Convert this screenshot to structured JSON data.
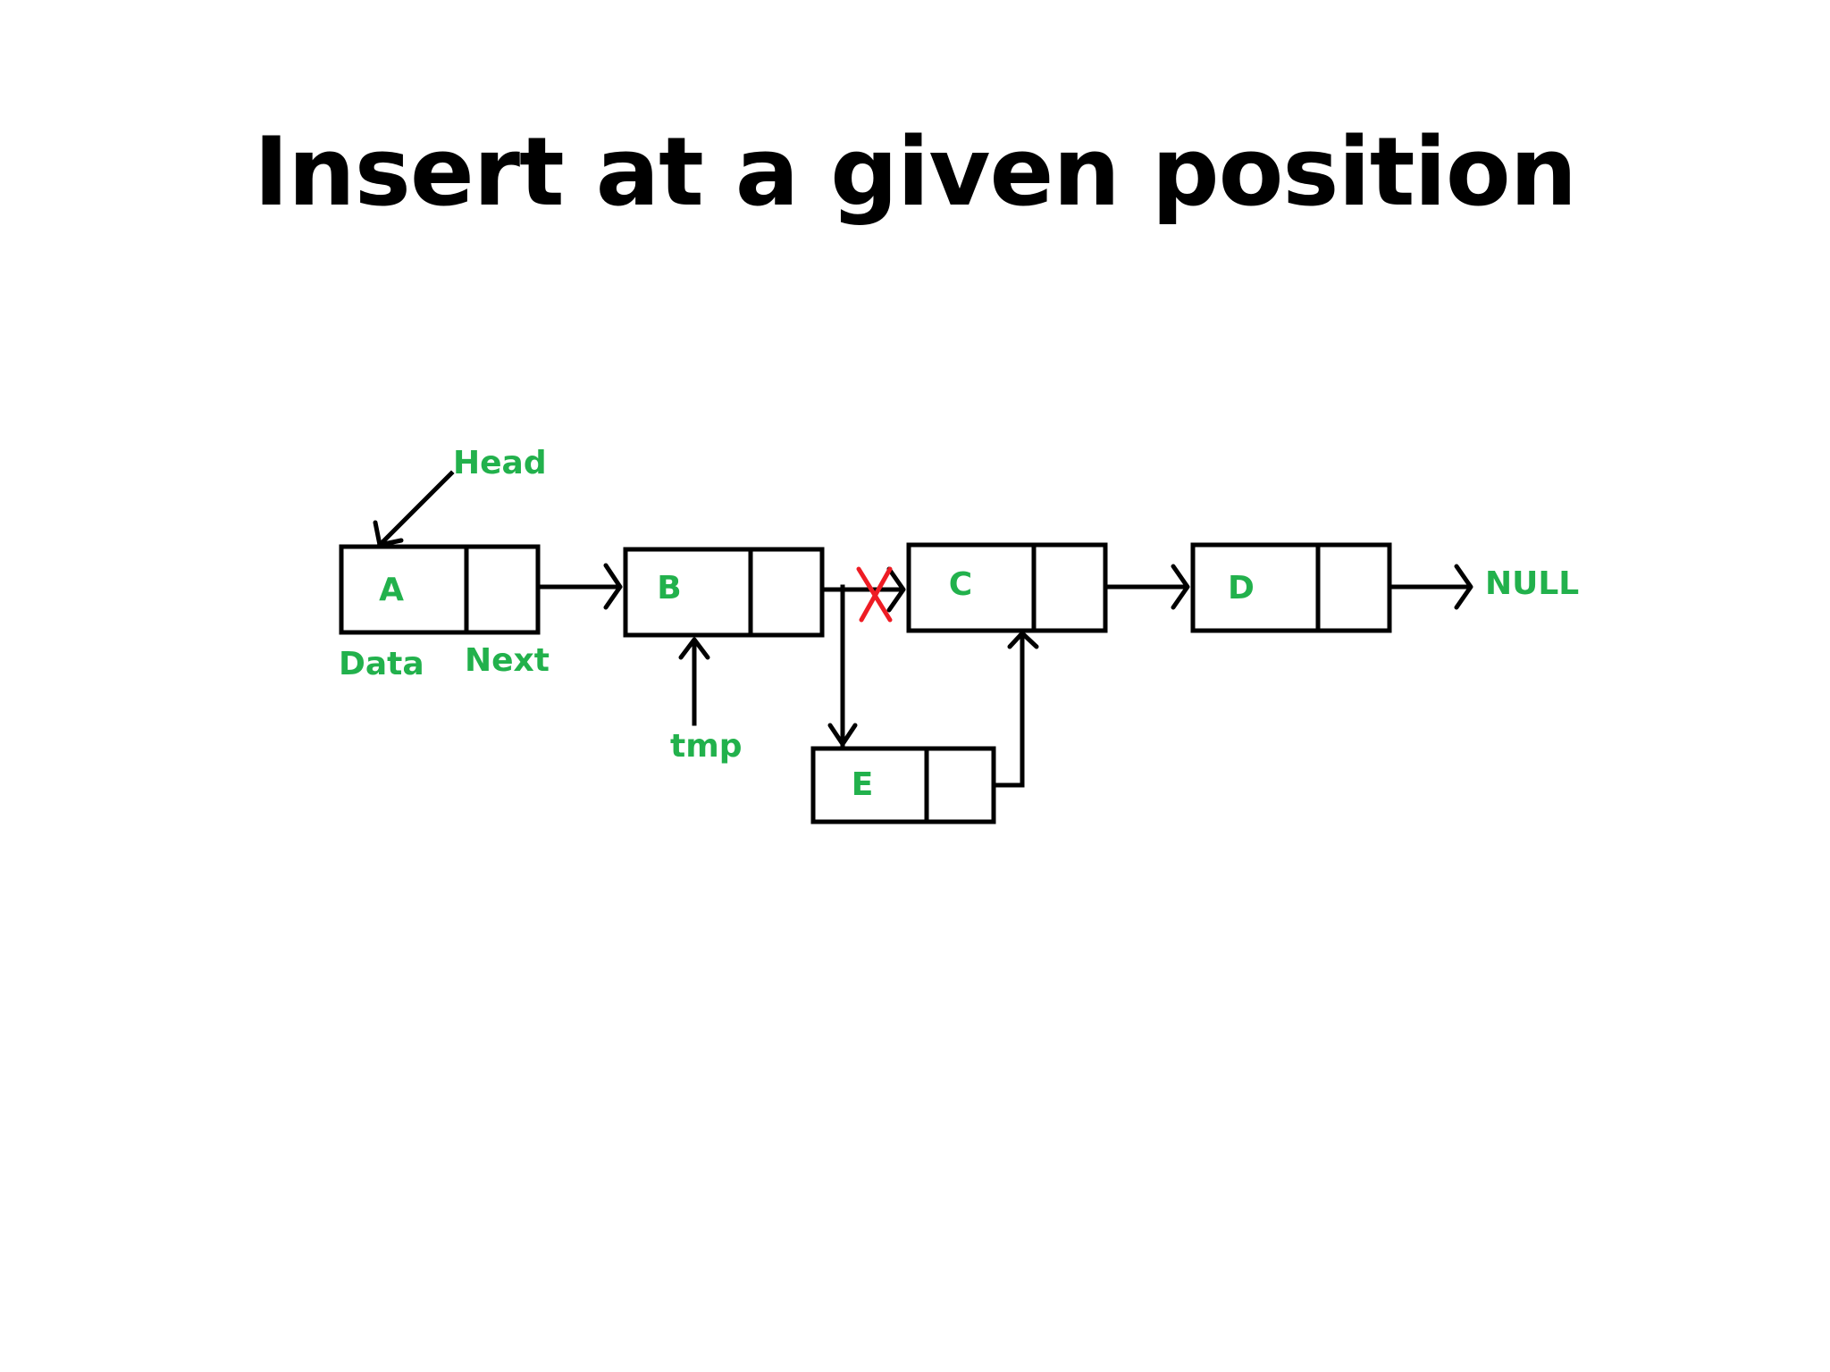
{
  "title": "Insert at a given position",
  "colors": {
    "label_green": "#22b14c",
    "line_black": "#000000",
    "cross_red": "#ee1c24",
    "background": "#ffffff"
  },
  "nodes": [
    {
      "id": "A",
      "label": "A"
    },
    {
      "id": "B",
      "label": "B"
    },
    {
      "id": "C",
      "label": "C"
    },
    {
      "id": "D",
      "label": "D"
    },
    {
      "id": "E",
      "label": "E"
    }
  ],
  "labels": {
    "head": "Head",
    "data": "Data",
    "next": "Next",
    "tmp": "tmp",
    "null": "NULL"
  },
  "edges": [
    {
      "from": "Head",
      "to": "A"
    },
    {
      "from": "A",
      "to": "B"
    },
    {
      "from": "B",
      "to": "C",
      "removed": true
    },
    {
      "from": "B",
      "to": "E"
    },
    {
      "from": "E",
      "to": "C"
    },
    {
      "from": "C",
      "to": "D"
    },
    {
      "from": "D",
      "to": "NULL"
    },
    {
      "from": "tmp",
      "to": "B"
    }
  ]
}
